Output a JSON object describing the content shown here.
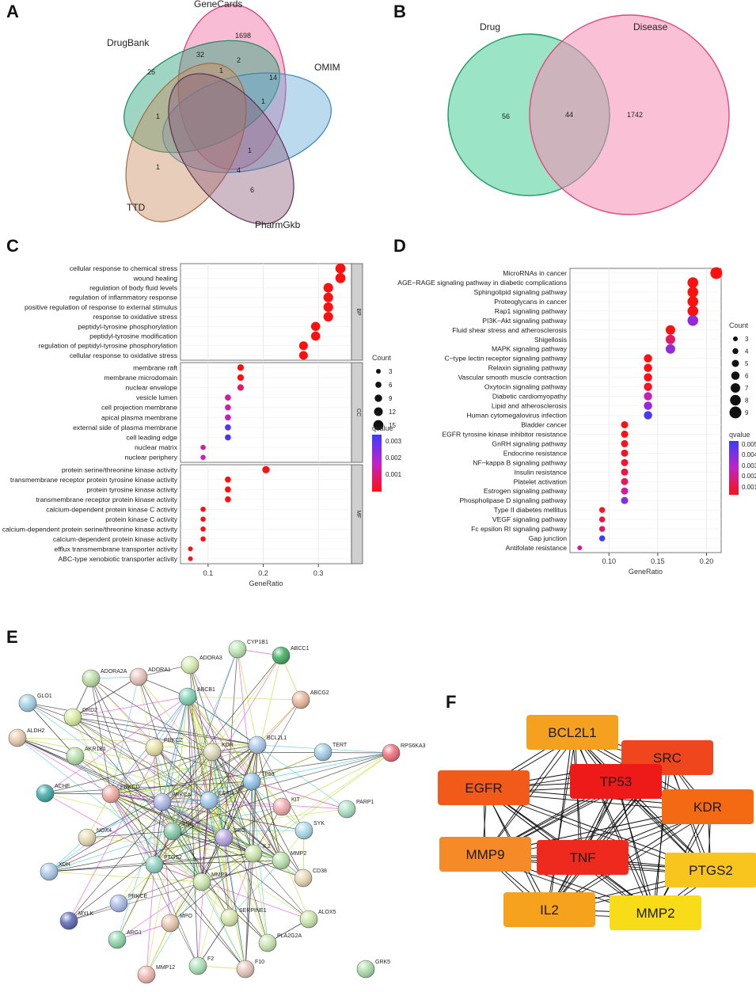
{
  "panel_letters": [
    "A",
    "B",
    "C",
    "D",
    "E",
    "F"
  ],
  "venn5": {
    "sets": [
      {
        "name": "GeneCards",
        "color": "#f06aa0"
      },
      {
        "name": "DrugBank",
        "color": "#2aa57a"
      },
      {
        "name": "OMIM",
        "color": "#5ca6d6"
      },
      {
        "name": "TTD",
        "color": "#c8875a"
      },
      {
        "name": "PharmGkb",
        "color": "#8a5a7a"
      }
    ],
    "counts": [
      "1698",
      "25",
      "32",
      "2",
      "14",
      "1",
      "1",
      "1",
      "1",
      "1",
      "4",
      "6"
    ]
  },
  "venn2": {
    "left_label": "Drug",
    "right_label": "Disease",
    "left_only": "56",
    "overlap": "44",
    "right_only": "1742"
  },
  "go_dot": {
    "xlabel": "GeneRatio",
    "xticks": [
      "0.1",
      "0.2",
      "0.3"
    ],
    "facets": [
      {
        "name": "BP",
        "terms": [
          {
            "term": "cellular response to chemical stress",
            "ratio": 0.34,
            "count": 15,
            "q": 0.0001
          },
          {
            "term": "wound healing",
            "ratio": 0.34,
            "count": 15,
            "q": 0.0001
          },
          {
            "term": "regulation of body fluid levels",
            "ratio": 0.318,
            "count": 14,
            "q": 0.0001
          },
          {
            "term": "regulation of inflammatory response",
            "ratio": 0.318,
            "count": 14,
            "q": 0.0001
          },
          {
            "term": "positive regulation of response to external stimulus",
            "ratio": 0.318,
            "count": 14,
            "q": 0.0001
          },
          {
            "term": "response to oxidative stress",
            "ratio": 0.318,
            "count": 14,
            "q": 0.0001
          },
          {
            "term": "peptidyl-tyrosine phosphorylation",
            "ratio": 0.295,
            "count": 13,
            "q": 0.0001
          },
          {
            "term": "peptidyl-tyrosine modification",
            "ratio": 0.295,
            "count": 13,
            "q": 0.0001
          },
          {
            "term": "regulation of peptidyl-tyrosine phosphorylation",
            "ratio": 0.273,
            "count": 12,
            "q": 0.0001
          },
          {
            "term": "cellular response to oxidative stress",
            "ratio": 0.273,
            "count": 12,
            "q": 0.0001
          }
        ]
      },
      {
        "name": "CC",
        "terms": [
          {
            "term": "membrane raft",
            "ratio": 0.159,
            "count": 7,
            "q": 0.0002
          },
          {
            "term": "membrane microdomain",
            "ratio": 0.159,
            "count": 7,
            "q": 0.0002
          },
          {
            "term": "nuclear envelope",
            "ratio": 0.159,
            "count": 7,
            "q": 0.0012
          },
          {
            "term": "vesicle lumen",
            "ratio": 0.136,
            "count": 6,
            "q": 0.0016
          },
          {
            "term": "cell projection membrane",
            "ratio": 0.136,
            "count": 6,
            "q": 0.0018
          },
          {
            "term": "apical plasma membrane",
            "ratio": 0.136,
            "count": 6,
            "q": 0.0018
          },
          {
            "term": "external side of plasma membrane",
            "ratio": 0.136,
            "count": 6,
            "q": 0.0032
          },
          {
            "term": "cell leading edge",
            "ratio": 0.136,
            "count": 6,
            "q": 0.0034
          },
          {
            "term": "nuclear matrix",
            "ratio": 0.091,
            "count": 4,
            "q": 0.0016
          },
          {
            "term": "nuclear periphery",
            "ratio": 0.091,
            "count": 4,
            "q": 0.0019
          }
        ]
      },
      {
        "name": "MF",
        "terms": [
          {
            "term": "protein serine/threonine kinase activity",
            "ratio": 0.205,
            "count": 9,
            "q": 0.0001
          },
          {
            "term": "transmembrane receptor protein tyrosine kinase activity",
            "ratio": 0.136,
            "count": 6,
            "q": 0.0001
          },
          {
            "term": "protein tyrosine kinase activity",
            "ratio": 0.136,
            "count": 6,
            "q": 0.0001
          },
          {
            "term": "transmembrane receptor protein kinase activity",
            "ratio": 0.136,
            "count": 6,
            "q": 0.0001
          },
          {
            "term": "calcium-dependent protein kinase C activity",
            "ratio": 0.091,
            "count": 4,
            "q": 0.0001
          },
          {
            "term": "protein kinase C activity",
            "ratio": 0.091,
            "count": 4,
            "q": 0.0001
          },
          {
            "term": "calcium-dependent protein serine/threonine kinase activity",
            "ratio": 0.091,
            "count": 4,
            "q": 0.0001
          },
          {
            "term": "calcium-dependent protein kinase activity",
            "ratio": 0.091,
            "count": 4,
            "q": 0.0001
          },
          {
            "term": "efflux transmembrane transporter activity",
            "ratio": 0.068,
            "count": 3,
            "q": 0.0001
          },
          {
            "term": "ABC-type xenobiotic transporter activity",
            "ratio": 0.068,
            "count": 3,
            "q": 0.0001
          }
        ]
      }
    ],
    "count_legend": {
      "title": "Count",
      "values": [
        "3",
        "6",
        "9",
        "12",
        "15"
      ]
    },
    "q_legend": {
      "title": "qvalue",
      "ticks": [
        "0.003",
        "0.002",
        "0.001"
      ]
    }
  },
  "kegg_dot": {
    "xlabel": "GeneRatio",
    "xticks": [
      "0.10",
      "0.15",
      "0.20"
    ],
    "terms": [
      {
        "term": "MicroRNAs in cancer",
        "ratio": 0.21,
        "count": 9,
        "q": 0.0005
      },
      {
        "term": "AGE−RAGE signaling pathway in diabetic complications",
        "ratio": 0.186,
        "count": 8,
        "q": 0.0003
      },
      {
        "term": "Sphingolipid signaling pathway",
        "ratio": 0.186,
        "count": 8,
        "q": 0.0003
      },
      {
        "term": "Proteoglycans in cancer",
        "ratio": 0.186,
        "count": 8,
        "q": 0.0003
      },
      {
        "term": "Rap1 signaling pathway",
        "ratio": 0.186,
        "count": 8,
        "q": 0.0004
      },
      {
        "term": "PI3K−Akt signaling pathway",
        "ratio": 0.186,
        "count": 8,
        "q": 0.0035
      },
      {
        "term": "Fluid shear stress and atherosclerosis",
        "ratio": 0.163,
        "count": 7,
        "q": 0.0005
      },
      {
        "term": "Shigellosis",
        "ratio": 0.163,
        "count": 7,
        "q": 0.0015
      },
      {
        "term": "MAPK signaling pathway",
        "ratio": 0.163,
        "count": 7,
        "q": 0.0035
      },
      {
        "term": "C−type lectin receptor signaling pathway",
        "ratio": 0.14,
        "count": 6,
        "q": 0.0003
      },
      {
        "term": "Relaxin signaling pathway",
        "ratio": 0.14,
        "count": 6,
        "q": 0.0004
      },
      {
        "term": "Vascular smooth muscle contraction",
        "ratio": 0.14,
        "count": 6,
        "q": 0.0006
      },
      {
        "term": "Oxytocin signaling pathway",
        "ratio": 0.14,
        "count": 6,
        "q": 0.0008
      },
      {
        "term": "Diabetic cardiomyopathy",
        "ratio": 0.14,
        "count": 6,
        "q": 0.0025
      },
      {
        "term": "Lipid and atherosclerosis",
        "ratio": 0.14,
        "count": 6,
        "q": 0.0035
      },
      {
        "term": "Human cytomegalovirus infection",
        "ratio": 0.14,
        "count": 6,
        "q": 0.0048
      },
      {
        "term": "Bladder cancer",
        "ratio": 0.116,
        "count": 5,
        "q": 0.0002
      },
      {
        "term": "EGFR tyrosine kinase inhibitor resistance",
        "ratio": 0.116,
        "count": 5,
        "q": 0.0004
      },
      {
        "term": "GnRH signaling pathway",
        "ratio": 0.116,
        "count": 5,
        "q": 0.0007
      },
      {
        "term": "Endocrine resistance",
        "ratio": 0.116,
        "count": 5,
        "q": 0.0008
      },
      {
        "term": "NF−kappa B signaling pathway",
        "ratio": 0.116,
        "count": 5,
        "q": 0.0009
      },
      {
        "term": "Insulin resistance",
        "ratio": 0.116,
        "count": 5,
        "q": 0.0011
      },
      {
        "term": "Platelet activation",
        "ratio": 0.116,
        "count": 5,
        "q": 0.0014
      },
      {
        "term": "Estrogen signaling pathway",
        "ratio": 0.116,
        "count": 5,
        "q": 0.0022
      },
      {
        "term": "Phospholipase D signaling pathway",
        "ratio": 0.116,
        "count": 5,
        "q": 0.0038
      },
      {
        "term": "Type II diabetes mellitus",
        "ratio": 0.093,
        "count": 4,
        "q": 0.0008
      },
      {
        "term": "VEGF signaling pathway",
        "ratio": 0.093,
        "count": 4,
        "q": 0.0011
      },
      {
        "term": "Fc epsilon RI signaling pathway",
        "ratio": 0.093,
        "count": 4,
        "q": 0.0016
      },
      {
        "term": "Gap junction",
        "ratio": 0.093,
        "count": 4,
        "q": 0.0052
      },
      {
        "term": "Antifolate resistance",
        "ratio": 0.07,
        "count": 3,
        "q": 0.0022
      }
    ],
    "count_legend": {
      "title": "Count",
      "values": [
        "3",
        "4",
        "5",
        "6",
        "7",
        "8",
        "9"
      ]
    },
    "q_legend": {
      "title": "qvalue",
      "ticks": [
        "0.005",
        "0.004",
        "0.003",
        "0.002",
        "0.001"
      ]
    }
  },
  "ppi": {
    "nodes": [
      "GLO1",
      "ADORA2A",
      "ADORA1",
      "ADORA3",
      "CYP1B1",
      "ABCC1",
      "ABCB1",
      "ABCG2",
      "DRD2",
      "ALDH2",
      "AKR1B1",
      "PRKCZ",
      "KDR",
      "BCL2L1",
      "TERT",
      "RPS6KA3",
      "ACHE",
      "PRKCD",
      "PRKCA",
      "EGFR",
      "TP53",
      "KIT",
      "PARP1",
      "SYK",
      "NOX4",
      "TNF",
      "SRC",
      "IL2",
      "MMP2",
      "XDH",
      "PTGS2",
      "MMP9",
      "CD38",
      "PRKCE",
      "MYLK",
      "MPO",
      "SERPINE1",
      "ALOX5",
      "ARG1",
      "PLA2G2A",
      "MMP12",
      "F2",
      "F10",
      "GRK5"
    ]
  },
  "hub": {
    "nodes": [
      {
        "name": "BCL2L1",
        "color": "#f5a01e"
      },
      {
        "name": "SRC",
        "color": "#f0461e"
      },
      {
        "name": "EGFR",
        "color": "#f25a1a"
      },
      {
        "name": "TP53",
        "color": "#ee1a1a"
      },
      {
        "name": "KDR",
        "color": "#f46a12"
      },
      {
        "name": "MMP9",
        "color": "#f68a26"
      },
      {
        "name": "TNF",
        "color": "#ee2a1e"
      },
      {
        "name": "PTGS2",
        "color": "#f8c41e"
      },
      {
        "name": "IL2",
        "color": "#f6a21c"
      },
      {
        "name": "MMP2",
        "color": "#f8dc18"
      }
    ]
  }
}
